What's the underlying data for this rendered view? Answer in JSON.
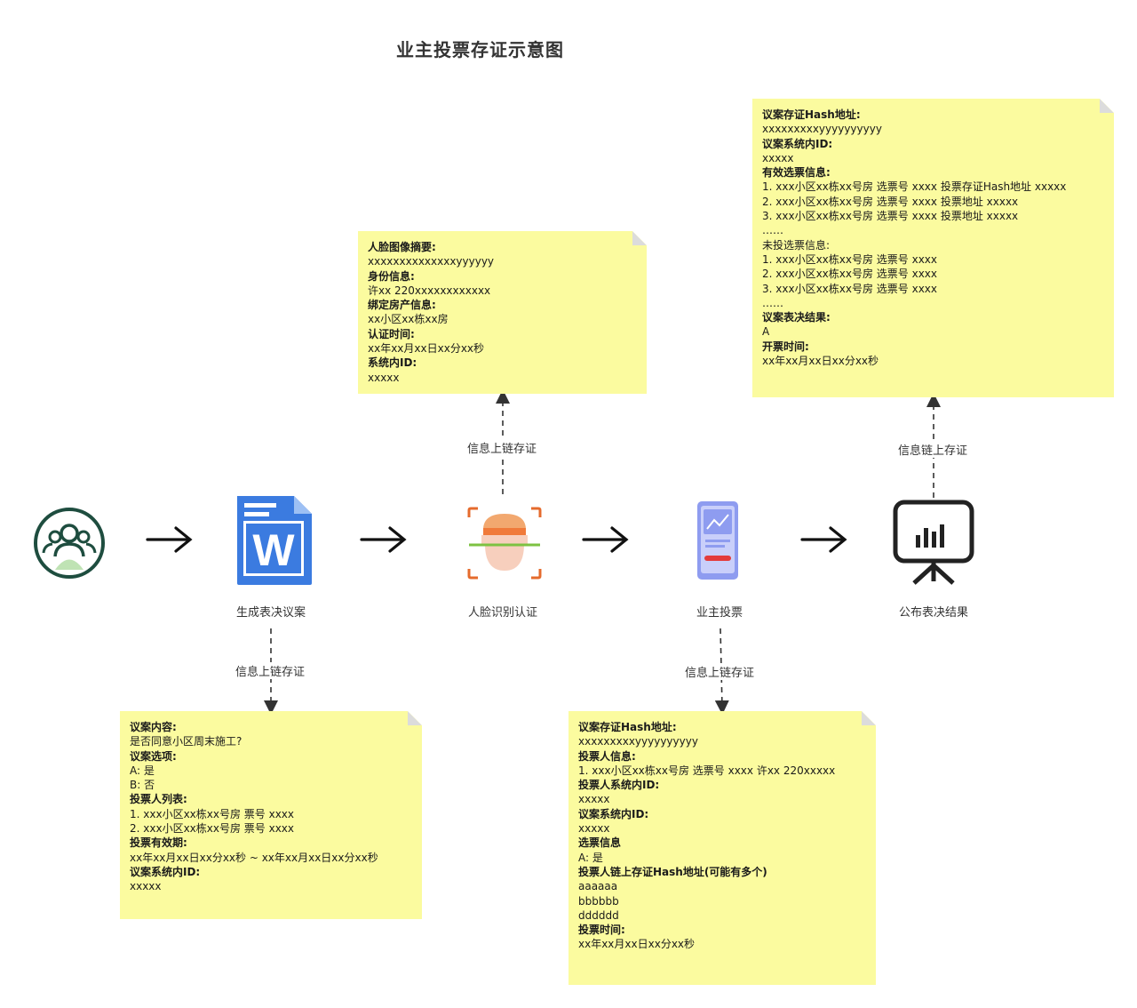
{
  "title": "业主投票存证示意图",
  "steps": [
    {
      "label": "生成表决议案",
      "icon": "word-document-icon"
    },
    {
      "label": "人脸识别认证",
      "icon": "face-scan-icon"
    },
    {
      "label": "业主投票",
      "icon": "mobile-phone-icon"
    },
    {
      "label": "公布表决结果",
      "icon": "presentation-board-icon"
    }
  ],
  "start_icon": "group-users-icon",
  "edge_labels": {
    "proposal": "信息上链存证",
    "face": "信息上链存证",
    "vote": "信息上链存证",
    "result": "信息链上存证"
  },
  "notes": {
    "proposal": [
      {
        "t": "议案内容:",
        "b": true
      },
      {
        "t": "是否同意小区周末施工?",
        "b": false
      },
      {
        "t": "议案选项:",
        "b": true
      },
      {
        "t": "A: 是",
        "b": false
      },
      {
        "t": "B: 否",
        "b": false
      },
      {
        "t": "投票人列表:",
        "b": true
      },
      {
        "t": "1. xxx小区xx栋xx号房  票号 xxxx",
        "b": false
      },
      {
        "t": "2. xxx小区xx栋xx号房  票号 xxxx",
        "b": false
      },
      {
        "t": "投票有效期:",
        "b": true
      },
      {
        "t": "xx年xx月xx日xx分xx秒  ~  xx年xx月xx日xx分xx秒",
        "b": false
      },
      {
        "t": "议案系统内ID:",
        "b": true
      },
      {
        "t": "xxxxx",
        "b": false
      }
    ],
    "face": [
      {
        "t": "人脸图像摘要:",
        "b": true
      },
      {
        "t": "xxxxxxxxxxxxxxyyyyyy",
        "b": false
      },
      {
        "t": "身份信息:",
        "b": true
      },
      {
        "t": "许xx 220xxxxxxxxxxxx",
        "b": false
      },
      {
        "t": "绑定房产信息:",
        "b": true
      },
      {
        "t": "xx小区xx栋xx房",
        "b": false
      },
      {
        "t": "认证时间:",
        "b": true
      },
      {
        "t": "xx年xx月xx日xx分xx秒",
        "b": false
      },
      {
        "t": "系统内ID:",
        "b": true
      },
      {
        "t": "xxxxx",
        "b": false
      }
    ],
    "vote": [
      {
        "t": "议案存证Hash地址:",
        "b": true
      },
      {
        "t": "xxxxxxxxxyyyyyyyyyy",
        "b": false
      },
      {
        "t": "投票人信息:",
        "b": true
      },
      {
        "t": "1. xxx小区xx栋xx号房  选票号 xxxx  许xx 220xxxxx",
        "b": false
      },
      {
        "t": "投票人系统内ID:",
        "b": true
      },
      {
        "t": "xxxxx",
        "b": false
      },
      {
        "t": "议案系统内ID:",
        "b": true
      },
      {
        "t": "xxxxx",
        "b": false
      },
      {
        "t": "选票信息",
        "b": true
      },
      {
        "t": "A: 是",
        "b": false
      },
      {
        "t": "投票人链上存证Hash地址(可能有多个)",
        "b": true
      },
      {
        "t": "aaaaaa",
        "b": false
      },
      {
        "t": "bbbbbb",
        "b": false
      },
      {
        "t": "dddddd",
        "b": false
      },
      {
        "t": "投票时间:",
        "b": true
      },
      {
        "t": "xx年xx月xx日xx分xx秒",
        "b": false
      }
    ],
    "result": [
      {
        "t": "议案存证Hash地址:",
        "b": true
      },
      {
        "t": "xxxxxxxxxyyyyyyyyyy",
        "b": false
      },
      {
        "t": "议案系统内ID:",
        "b": true
      },
      {
        "t": "xxxxx",
        "b": false
      },
      {
        "t": "有效选票信息:",
        "b": true
      },
      {
        "t": "1. xxx小区xx栋xx号房  选票号  xxxx  投票存证Hash地址  xxxxx",
        "b": false
      },
      {
        "t": "2. xxx小区xx栋xx号房  选票号  xxxx  投票地址  xxxxx",
        "b": false
      },
      {
        "t": "3. xxx小区xx栋xx号房  选票号  xxxx  投票地址  xxxxx",
        "b": false
      },
      {
        "t": "……",
        "b": false
      },
      {
        "t": "未投选票信息:",
        "b": false
      },
      {
        "t": "1. xxx小区xx栋xx号房  选票号  xxxx",
        "b": false
      },
      {
        "t": "2. xxx小区xx栋xx号房  选票号  xxxx",
        "b": false
      },
      {
        "t": "3. xxx小区xx栋xx号房  选票号  xxxx",
        "b": false
      },
      {
        "t": "……",
        "b": false
      },
      {
        "t": "议案表决结果:",
        "b": true
      },
      {
        "t": "A",
        "b": false
      },
      {
        "t": "开票时间:",
        "b": true
      },
      {
        "t": "xx年xx月xx日xx分xx秒",
        "b": false
      }
    ]
  },
  "colors": {
    "note_bg": "#fbfb9f",
    "users_icon": "#1e4d3f",
    "word_icon": "#3b7be0",
    "phone_icon": "#8e9cf0",
    "face_icon": "#f07a3a"
  }
}
